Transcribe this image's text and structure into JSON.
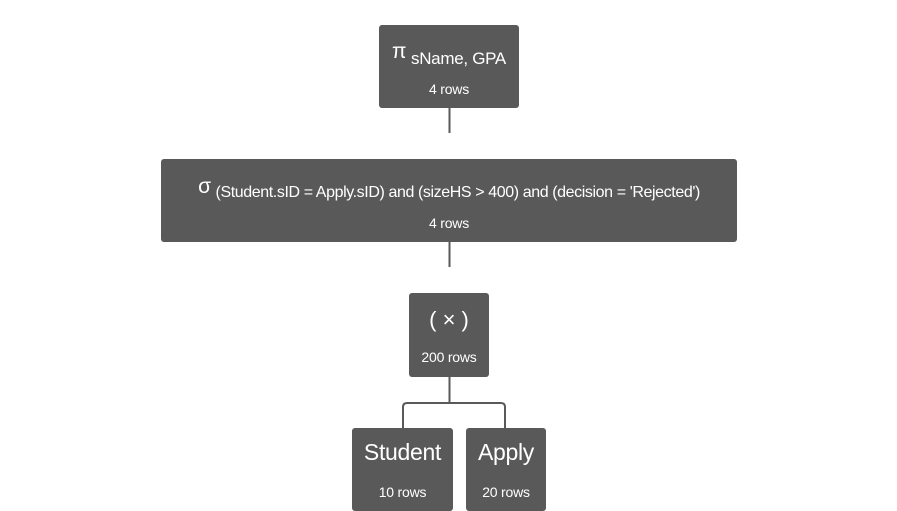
{
  "tree": {
    "projection": {
      "symbol": "π",
      "attributes": "sName, GPA",
      "rows": "4 rows"
    },
    "selection": {
      "symbol": "σ",
      "condition": "(Student.sID = Apply.sID) and (sizeHS > 400) and (decision = 'Rejected')",
      "rows": "4 rows"
    },
    "cross_product": {
      "symbol": "( × )",
      "rows": "200 rows"
    },
    "relations": [
      {
        "name": "Student",
        "rows": "10 rows"
      },
      {
        "name": "Apply",
        "rows": "20 rows"
      }
    ]
  },
  "colors": {
    "node_fill": "#595959",
    "connector": "#595959",
    "text": "#ffffff",
    "background": "#ffffff"
  }
}
